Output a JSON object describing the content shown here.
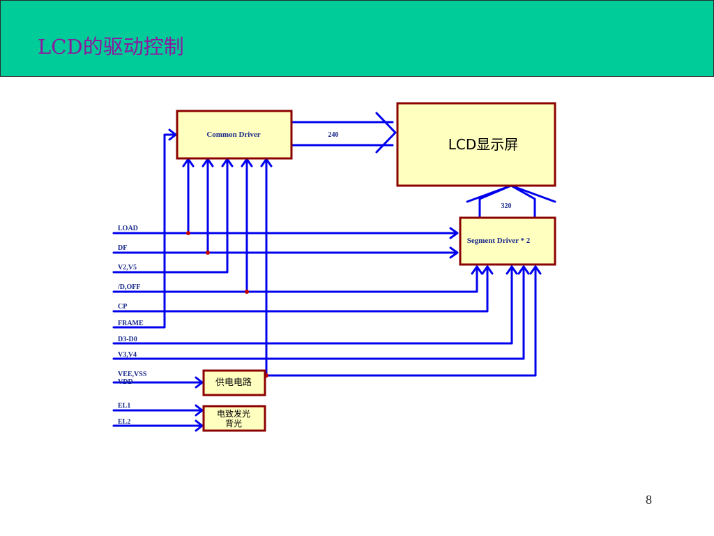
{
  "slide": {
    "title": "LCD的驱动控制",
    "page_number": "8"
  },
  "diagram": {
    "blocks": {
      "common_driver": "Common Driver",
      "lcd_screen": "LCD显示屏",
      "segment_driver": "Segment Driver * 2",
      "power_circuit": "供电电路",
      "el_backlight_line1": "电致发光",
      "el_backlight_line2": "背光"
    },
    "bus_labels": {
      "common_to_lcd": "240",
      "segment_to_lcd": "320"
    },
    "signals": {
      "load": "LOAD",
      "df": "DF",
      "v2v5": "V2,V5",
      "doff": "/D,OFF",
      "cp": "CP",
      "frame": "FRAME",
      "d3d0": "D3-D0",
      "v3v4": "V3,V4",
      "veevss": "VEE,VSS",
      "vdd": "VDD",
      "el1": "EL1",
      "el2": "EL2"
    },
    "colors": {
      "wire": "#0000ee",
      "block_fill": "#ffffc0",
      "block_border": "#8b0000",
      "junction": "#c00000",
      "title_bar": "#00cc99",
      "title_text": "#8b1a9e"
    }
  }
}
